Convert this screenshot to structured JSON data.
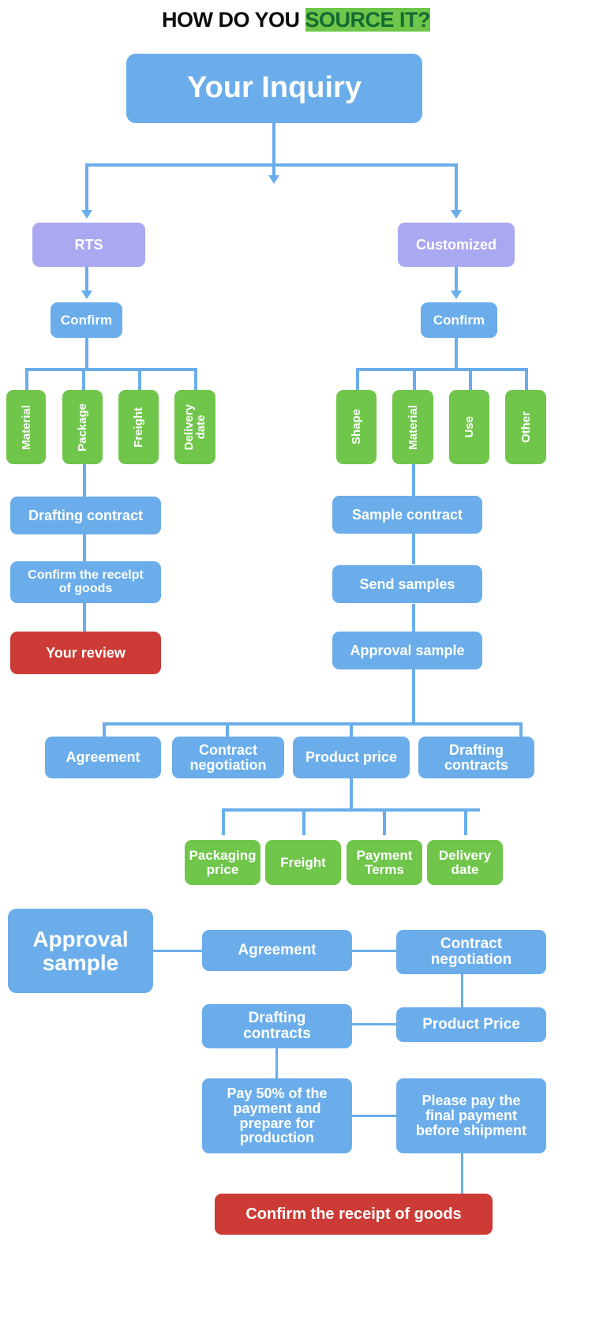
{
  "title": {
    "part1": "HOW DO YOU ",
    "part2": "SOURCE IT?",
    "accent_color": "#136a32",
    "base_color": "#0b0b0b"
  },
  "colors": {
    "blue": "#6aadea",
    "purple": "#aaa8f0",
    "green": "#6fc64a",
    "red": "#cc3b35",
    "connector": "#6aadea",
    "text": "#ffffff"
  },
  "nodes": {
    "your_inquiry": "Your Inquiry",
    "rts": "RTS",
    "customized": "Customized",
    "confirm_left": "Confirm",
    "confirm_right": "Confirm",
    "rts_material": "Material",
    "rts_package": "Package",
    "rts_freight": "Freight",
    "rts_delivery_date": "Delivery\ndate",
    "cus_shape": "Shape",
    "cus_material": "Material",
    "cus_use": "Use",
    "cus_other": "Other",
    "drafting_contract": "Drafting contract",
    "confirm_receipt_goods_left": "Confirm the recelpt\nof goods",
    "your_review": "Your review",
    "sample_contract": "Sample contract",
    "send_samples": "Send samples",
    "approval_sample_mid": "Approval sample",
    "agreement_row": "Agreement",
    "contract_negotiation_row": "Contract\nnegotiation",
    "product_price_row": "Product price",
    "drafting_contracts_row": "Drafting\ncontracts",
    "packaging_price": "Packaging\nprice",
    "freight_price": "Freight",
    "payment_terms": "Payment\nTerms",
    "delivery_date_price": "Delivery\ndate",
    "approval_sample_big": "Approval\nsample",
    "agreement_bottom": "Agreement",
    "contract_negotiation_bottom": "Contract\nnegotiation",
    "drafting_contracts_bottom": "Drafting\ncontracts",
    "product_price_bottom": "Product Price",
    "pay_50": "Pay 50% of the\npayment and\nprepare for\nproduction",
    "final_payment": "Please pay the\nfinal payment\nbefore shipment",
    "confirm_receipt_goods_bottom": "Confirm the receipt of goods"
  }
}
